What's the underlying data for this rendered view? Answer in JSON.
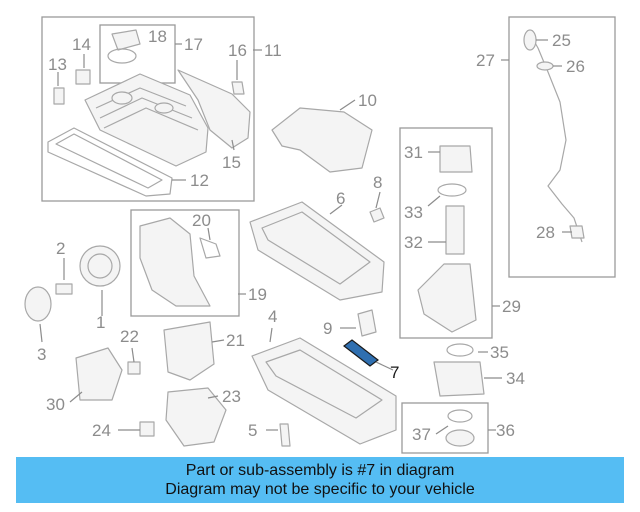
{
  "callouts": {
    "c1": "1",
    "c2": "2",
    "c3": "3",
    "c4": "4",
    "c5": "5",
    "c6": "6",
    "c7": "7",
    "c8": "8",
    "c9": "9",
    "c10": "10",
    "c11": "11",
    "c12": "12",
    "c13": "13",
    "c14": "14",
    "c15": "15",
    "c16": "16",
    "c17": "17",
    "c18": "18",
    "c19": "19",
    "c20": "20",
    "c21": "21",
    "c22": "22",
    "c23": "23",
    "c24": "24",
    "c25": "25",
    "c26": "26",
    "c27": "27",
    "c28": "28",
    "c29": "29",
    "c30": "30",
    "c31": "31",
    "c32": "32",
    "c33": "33",
    "c34": "34",
    "c35": "35",
    "c36": "36",
    "c37": "37"
  },
  "highlight": {
    "part": "7",
    "color": "#55bdf3"
  },
  "banner": {
    "line1": "Part or sub-assembly is #7 in diagram",
    "line2": "Diagram may not be specific to your vehicle",
    "color": "#55bdf3"
  }
}
